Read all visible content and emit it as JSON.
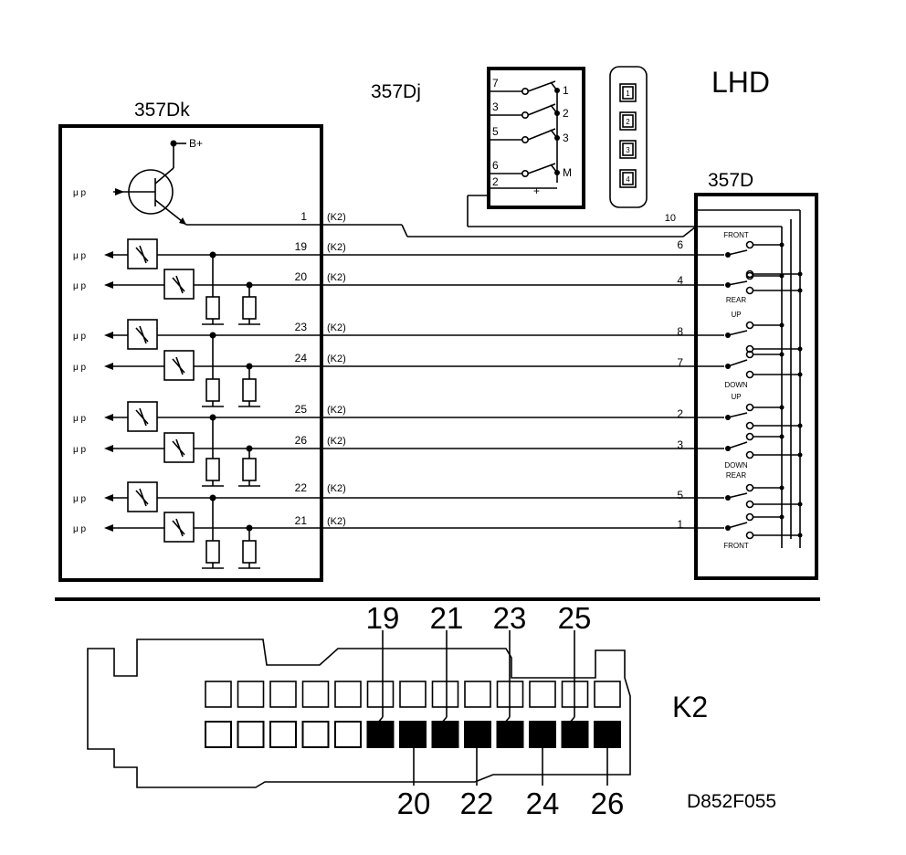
{
  "labels": {
    "lhd": "LHD",
    "controller": "357Dk",
    "switch_small": "357Dj",
    "switch_main": "357D",
    "connector": "K2",
    "drawing_code": "D852F055",
    "supply": "B+",
    "mu_p": "μ p"
  },
  "pin_labels": {
    "k2_tag": "(K2)"
  },
  "switch_357dj": {
    "inputs": [
      "7",
      "3",
      "5",
      "6",
      "2"
    ],
    "outputs": [
      "1",
      "2",
      "3",
      "M"
    ],
    "plus": "+"
  },
  "keypad_357dj": [
    "1",
    "2",
    "3",
    "4"
  ],
  "controller_pins": [
    "1",
    "19",
    "20",
    "23",
    "24",
    "25",
    "26",
    "22",
    "21"
  ],
  "switch_357d_pins": [
    "10",
    "6",
    "4",
    "8",
    "7",
    "2",
    "3",
    "5",
    "1"
  ],
  "switch_357d_positions": [
    "FRONT",
    "REAR",
    "UP",
    "DOWN",
    "UP",
    "DOWN",
    "REAR",
    "FRONT"
  ],
  "connector_top_pins": [
    "19",
    "21",
    "23",
    "25"
  ],
  "connector_bottom_pins": [
    "20",
    "22",
    "24",
    "26"
  ]
}
